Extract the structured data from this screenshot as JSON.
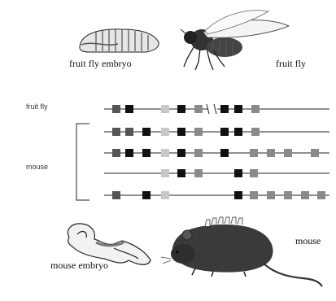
{
  "labels": {
    "fruit_fly_embryo": "fruit fly embryo",
    "fruit_fly": "fruit fly",
    "mouse_embryo": "mouse embryo",
    "mouse": "mouse",
    "row_fruit_fly": "fruit fly",
    "row_mouse": "mouse"
  },
  "colors": {
    "black": "#111111",
    "dark_gray": "#555555",
    "mid_gray": "#8a8a8a",
    "light_gray": "#c8c8c8",
    "line": "#222222"
  },
  "illustrations": [
    "fruit-fly-embryo-drawing",
    "fruit-fly-drawing",
    "mouse-embryo-drawing",
    "mouse-drawing"
  ]
}
